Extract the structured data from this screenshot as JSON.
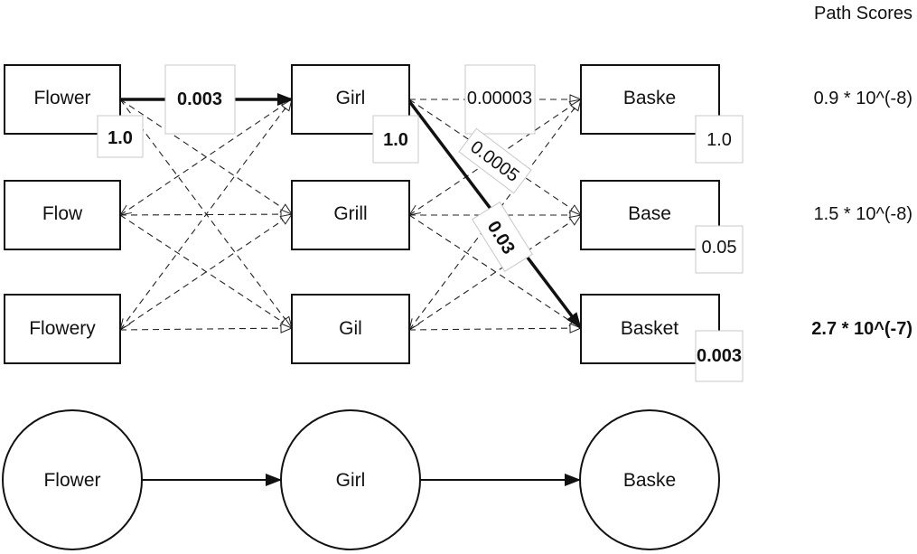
{
  "header": {
    "path_scores_title": "Path Scores"
  },
  "columns": [
    {
      "nodes": [
        "Flower",
        "Flow",
        "Flowery"
      ]
    },
    {
      "nodes": [
        "Girl",
        "Grill",
        "Gil"
      ]
    },
    {
      "nodes": [
        "Baske",
        "Base",
        "Basket"
      ]
    }
  ],
  "node_scores": {
    "flower": "1.0",
    "girl": "1.0",
    "baske": "1.0",
    "base": "0.05",
    "basket": "0.003"
  },
  "edge_labels": {
    "flower_girl": "0.003",
    "girl_baske": "0.00003",
    "girl_base": "0.0005",
    "girl_basket": "0.03"
  },
  "path_scores": [
    "0.9 * 10^(-8)",
    "1.5 * 10^(-8)",
    "2.7 * 10^(-7)"
  ],
  "bottom_chain": [
    "Flower",
    "Girl",
    "Baske"
  ]
}
